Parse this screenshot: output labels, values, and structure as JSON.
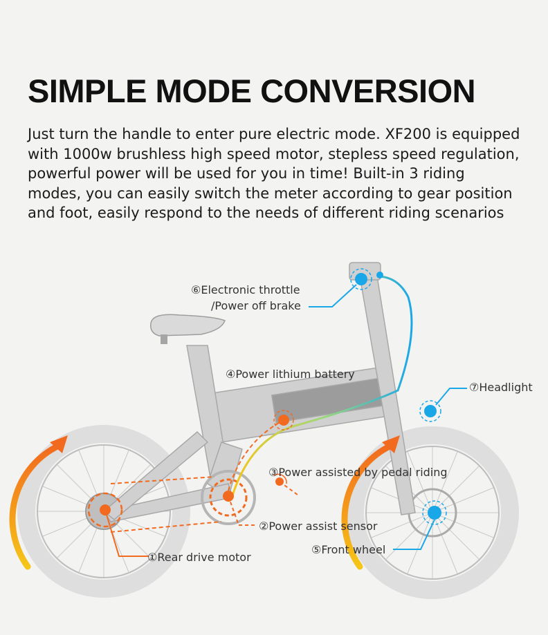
{
  "heading": "SIMPLE MODE CONVERSION",
  "description": [
    "Just turn the handle to enter pure electric mode. XF200 is equipped",
    "with 1000w brushless high speed motor, stepless speed regulation,",
    "powerful power will be used for you in time! Built-in 3 riding",
    "modes, you can easily switch the meter according to gear position",
    "and foot, easily respond to the needs of different riding scenarios"
  ],
  "callouts": {
    "throttle_line1": "⑥Electronic throttle",
    "throttle_line2": "/Power off brake",
    "headlight": "⑦Headlight",
    "battery": "④Power lithium battery",
    "pedal": "③Power assisted by pedal riding",
    "sensor": "②Power assist sensor",
    "front_wheel": "⑤Front wheel",
    "rear_motor": "①Rear drive motor"
  },
  "colors": {
    "orange": "#f26a1f",
    "blue": "#1aa7e8",
    "yellow": "#f5c518",
    "frame": "#c9c9c9",
    "tire": "#dcdcdc"
  }
}
